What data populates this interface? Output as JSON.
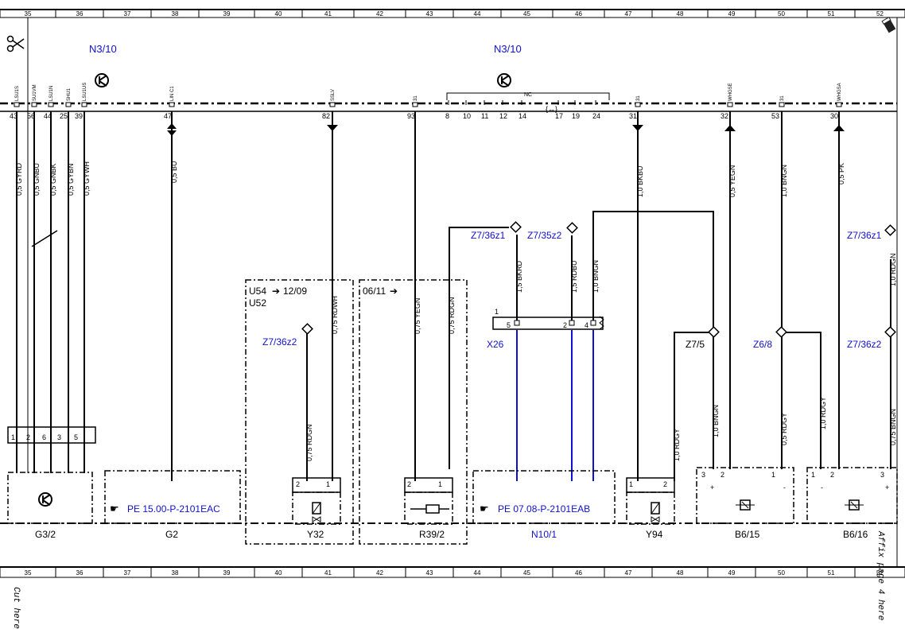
{
  "colors": {
    "link": "#1010d0",
    "ink": "#000000",
    "signal_wire": "#1010d0"
  },
  "icons": {
    "scissors": "scissors-icon",
    "ground": "ground-symbol-icon",
    "tool": "eraser-icon",
    "hand": "hand-pointer-icon"
  },
  "ruler_top": [
    "35",
    "36",
    "37",
    "38",
    "39",
    "40",
    "41",
    "42",
    "43",
    "44",
    "45",
    "46",
    "47",
    "48",
    "49",
    "50",
    "51",
    "52"
  ],
  "ruler_bottom": [
    "35",
    "36",
    "37",
    "38",
    "39",
    "40",
    "41",
    "42",
    "43",
    "44",
    "45",
    "46",
    "47",
    "48",
    "49",
    "50",
    "51",
    "52"
  ],
  "top_labels": {
    "left": "N3/10",
    "right": "N3/10"
  },
  "signal_names": [
    "LSU1S",
    "SU1VM",
    "LSU1N",
    "SHU1",
    "LSU1US",
    "LIN C1",
    "SSLV",
    "31",
    "31",
    "WHGSE",
    "31",
    "WHGSA"
  ],
  "nc": {
    "label": "NC",
    "pins": [
      "8",
      "10",
      "11",
      "12",
      "14",
      "17",
      "19",
      "24"
    ]
  },
  "pins": [
    "43",
    "56",
    "44",
    "25",
    "39",
    "47",
    "82",
    "93",
    "31",
    "32",
    "53",
    "30"
  ],
  "wires": [
    "0,5 GYRD",
    "0,5 GNBU",
    "0,5 GNBK",
    "0,5 GYBN",
    "0,5 GYWH",
    "0,5 BU",
    "0,75 RDWH",
    "0,75 YEGN",
    "0,75 RDGN",
    "1,5 BKRD",
    "1,5 RDBU",
    "1,0 BNGN",
    "1,0 BKBU",
    "0,5 YEGN",
    "1,0 BNGN",
    "0,5 PK",
    "1,0 RDGN",
    "0,75 RDGN",
    "1,0 RDGY",
    "1,0 BNGN",
    "0,5 RDGY",
    "1,0 RDGY",
    "0,75 BNGN"
  ],
  "splices": [
    "Z7/36z1",
    "Z7/35z2",
    "Z7/36z2",
    "Z7/5",
    "Z6/8",
    "Z7/36z1",
    "Z7/36z2"
  ],
  "x26": {
    "name": "X26",
    "pins": [
      "1",
      "5",
      "2",
      "4"
    ]
  },
  "variant_boxes": {
    "u54": "U54",
    "u54_date": "12/09",
    "u52": "U52",
    "r39": "06/11"
  },
  "refs": {
    "g2": "PE 15.00-P-2101EAC",
    "n10": "PE 07.08-P-2101EAB"
  },
  "connector_pins": {
    "g3": [
      "1",
      "2",
      "6",
      "3",
      "5"
    ],
    "two": [
      "2",
      "1"
    ],
    "b6_15": [
      "3",
      "2",
      "1"
    ],
    "b6_16": [
      "1",
      "2",
      "3"
    ]
  },
  "pol": {
    "plus": "+",
    "minus": "-"
  },
  "components": [
    "G3/2",
    "G2",
    "Y32",
    "R39/2",
    "N10/1",
    "Y94",
    "B6/15",
    "B6/16"
  ],
  "affix": "Affix page 4 here",
  "cut": "Cut here"
}
